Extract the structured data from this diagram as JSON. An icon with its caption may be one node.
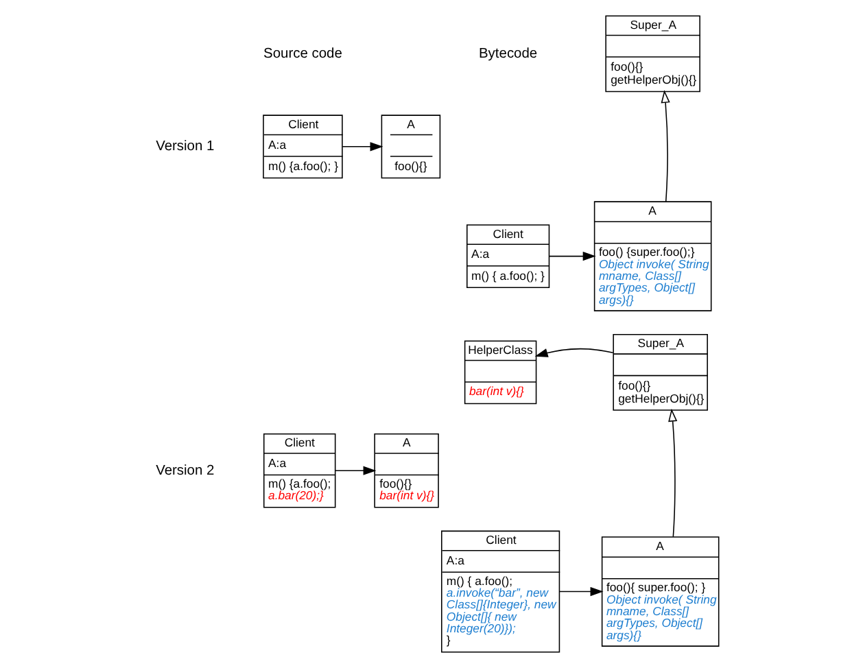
{
  "diagram": {
    "nodes": [
      {
        "text": [
          "Client",
          "A:a",
          "m() {a.foo(); }"
        ]
      },
      {
        "text": [
          "A",
          "foo(){}"
        ]
      },
      {
        "text": [
          "Client",
          "A:a",
          "m() {a.foo();",
          "a.bar(20);}"
        ]
      },
      {
        "text": [
          "A",
          "foo(){}",
          "bar(int v){}"
        ]
      },
      {
        "text": [
          "Super_A",
          "foo(){}",
          "getHelperObj(){}"
        ]
      },
      {
        "text": [
          "Client",
          "A:a",
          "m() { a.foo(); }"
        ]
      },
      {
        "text": [
          "A",
          "foo() {super.foo();}",
          "Object invoke( String mname, Class[] argTypes, Object[] args){}"
        ]
      },
      {
        "text": [
          "HelperClass",
          "bar(int v){}"
        ]
      },
      {
        "text": [
          "Super_A",
          "foo(){}",
          "getHelperObj(){}"
        ]
      },
      {
        "text": [
          "Client",
          "A:a",
          "m() { a.foo();",
          "a.invoke(“bar”, new Class[]{Integer}, new Object[]{ new Integer(20)});",
          "}"
        ]
      },
      {
        "text": [
          "A",
          "foo(){ super.foo(); }",
          "Object invoke( String mname, Class[] argTypes, Object[] args){}"
        ]
      }
    ],
    "edges": [
      {
        "from": 0,
        "to": 1,
        "arrow": "to"
      },
      {
        "from": 6,
        "to": 4,
        "arrow": "to"
      },
      {
        "from": 5,
        "to": 6,
        "arrow": "to"
      },
      {
        "from": 2,
        "to": 3,
        "arrow": "to"
      },
      {
        "from": 8,
        "to": 7,
        "arrow": "to"
      },
      {
        "from": 10,
        "to": 8,
        "arrow": "to"
      },
      {
        "from": 9,
        "to": 10,
        "arrow": "to"
      }
    ],
    "labels": [
      "Source code",
      "Bytecode",
      "Version 1",
      "Version 2"
    ]
  }
}
